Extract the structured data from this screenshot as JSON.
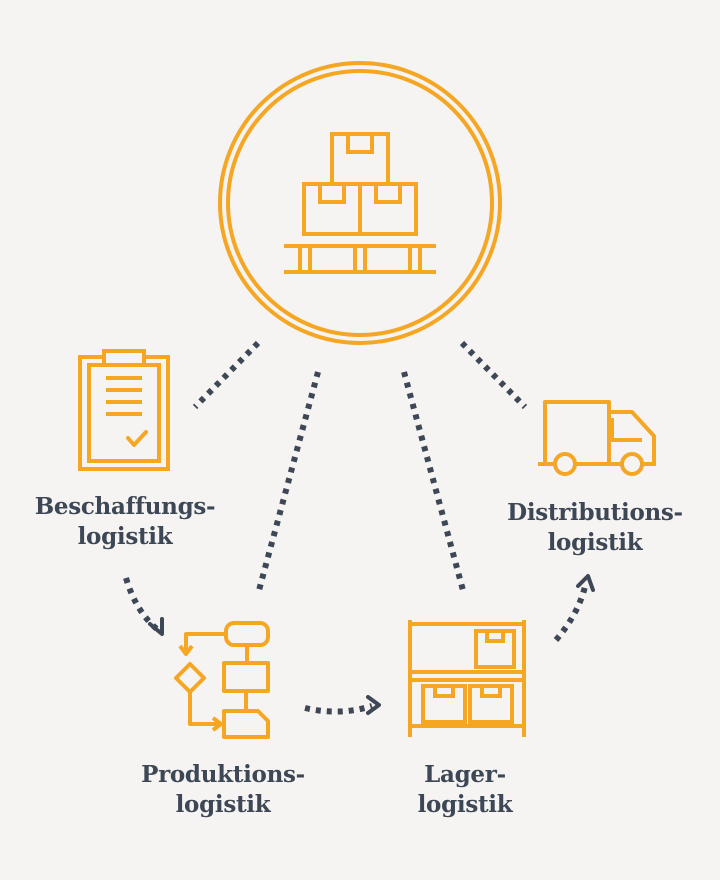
{
  "colors": {
    "accent": "#f5a623",
    "text": "#3d4756",
    "connector": "#3d4756",
    "background": "#f5f4f2"
  },
  "hub": {
    "icon": "pallet-boxes-icon"
  },
  "nodes": {
    "beschaffung": {
      "icon": "clipboard-check-icon",
      "line1": "Beschaffungs-",
      "line2": "logistik"
    },
    "produktion": {
      "icon": "flowchart-icon",
      "line1": "Produktions-",
      "line2": "logistik"
    },
    "lager": {
      "icon": "warehouse-shelf-icon",
      "line1": "Lager-",
      "line2": "logistik"
    },
    "distribution": {
      "icon": "delivery-truck-icon",
      "line1": "Distributions-",
      "line2": "logistik"
    }
  }
}
